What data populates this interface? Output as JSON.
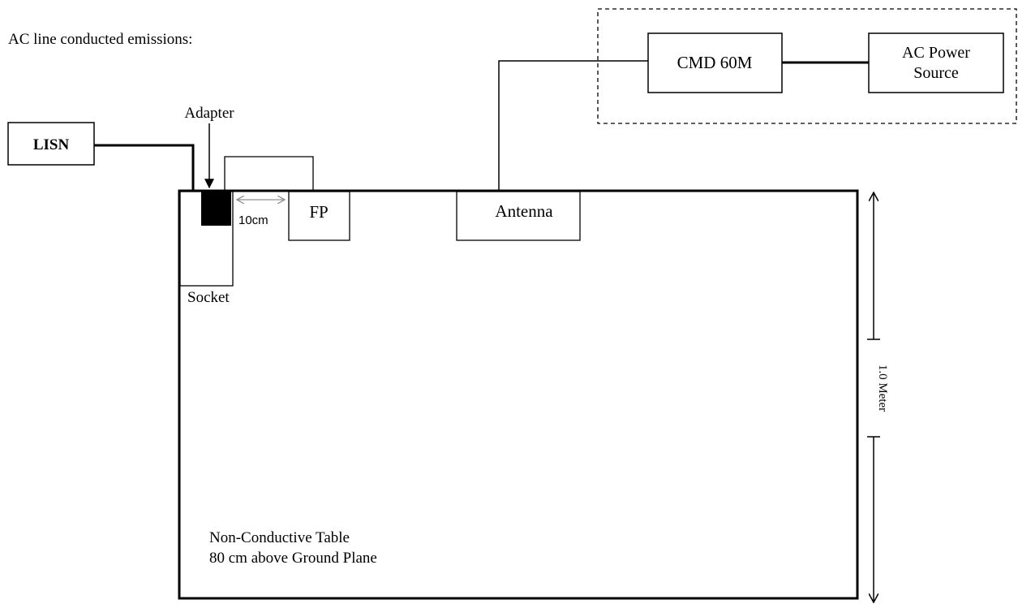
{
  "heading": "AC line conducted emissions:",
  "boxes": {
    "lisn": "LISN",
    "cmd": "CMD 60M",
    "ac_power_line1": "AC Power",
    "ac_power_line2": "Source",
    "fp": "FP",
    "antenna": "Antenna"
  },
  "labels": {
    "adapter": "Adapter",
    "socket": "Socket",
    "distance": "10cm",
    "height": "1.0 Meter",
    "table_line1": "Non-Conductive Table",
    "table_line2": "80 cm above Ground Plane"
  },
  "colors": {
    "stroke": "#000000",
    "dimension_arrow": "#909090",
    "adapter_fill": "#000000"
  }
}
